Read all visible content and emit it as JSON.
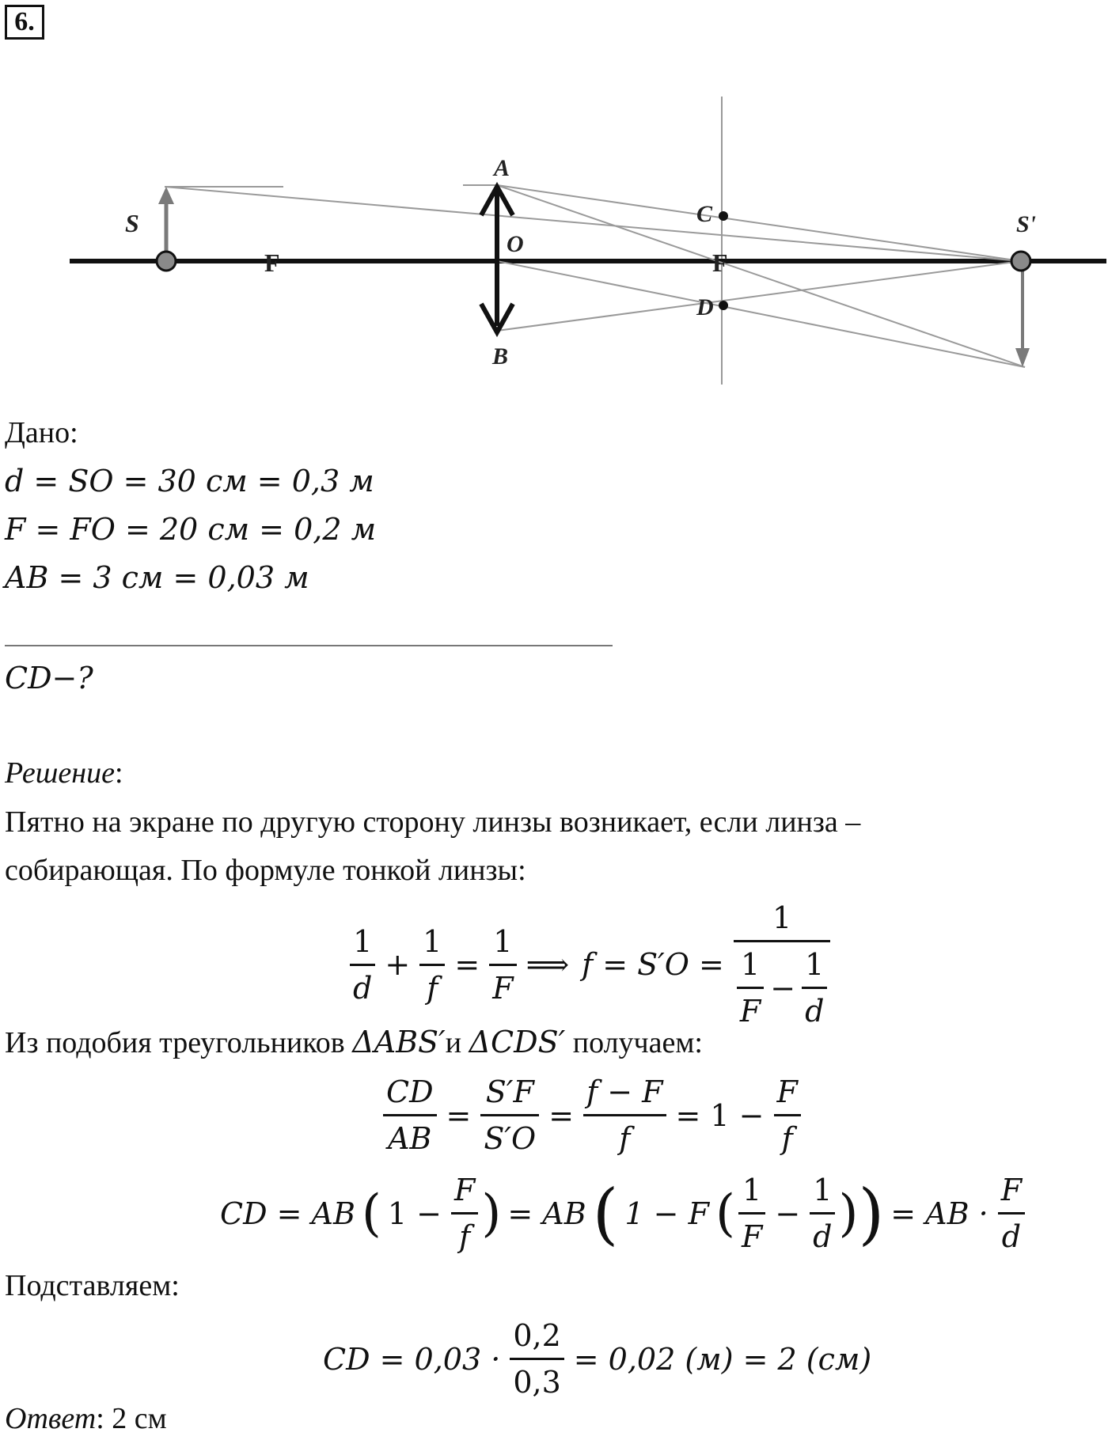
{
  "problem_number": "6.",
  "diagram": {
    "labels": {
      "S": "S",
      "S_prime": "S'",
      "A": "A",
      "B": "B",
      "C": "C",
      "D": "D",
      "O": "O",
      "F_left": "F",
      "F_right": "F"
    }
  },
  "given": {
    "heading": "Дано:",
    "line1": "d = SO = 30 см = 0,3 м",
    "line2": "F = FO = 20 см = 0,2 м",
    "line3": "AB = 3 см = 0,03 м",
    "find": "CD−?"
  },
  "solution": {
    "heading": "Решение",
    "heading_colon": ":",
    "para1": "Пятно на экране по другую сторону линзы возникает, если линза –",
    "para2": "собирающая. По формуле тонкой линзы:",
    "para3_start": "Из подобия треугольников ",
    "para3_tri1": "ΔABS′",
    "para3_mid": "и ",
    "para3_tri2": "ΔCDS′",
    "para3_end": " получаем:",
    "substitute": "Подставляем:",
    "answer_label": "Ответ",
    "answer_value": ": 2 см",
    "formula1": {
      "one": "1",
      "d": "d",
      "f": "f",
      "F": "F",
      "plus": "+",
      "eq": "=",
      "implies": "⟹",
      "f_eq": "f = S′O =",
      "minus": "−"
    },
    "formula2": {
      "CD": "CD",
      "AB": "AB",
      "SF": "S′F",
      "SO": "S′O",
      "fminusF": "f − F",
      "f": "f",
      "F": "F",
      "one_minus": "= 1 −",
      "eq": "="
    },
    "formula3": {
      "lhs": "CD = AB",
      "one_minus": "1 −",
      "F": "F",
      "f": "f",
      "eq_ab": "= AB",
      "one_minus_F": "1 − F",
      "one": "1",
      "d": "d",
      "minus": "−",
      "eq_ab_dot": "= AB ·"
    },
    "formula4": {
      "lhs": "CD = 0,03 ·",
      "num": "0,2",
      "den": "0,3",
      "rhs": "= 0,02 (м) = 2 (см)"
    }
  },
  "colors": {
    "axis": "#111111",
    "ray": "#9a9a9a",
    "object_arrow": "#7a7a7a"
  }
}
